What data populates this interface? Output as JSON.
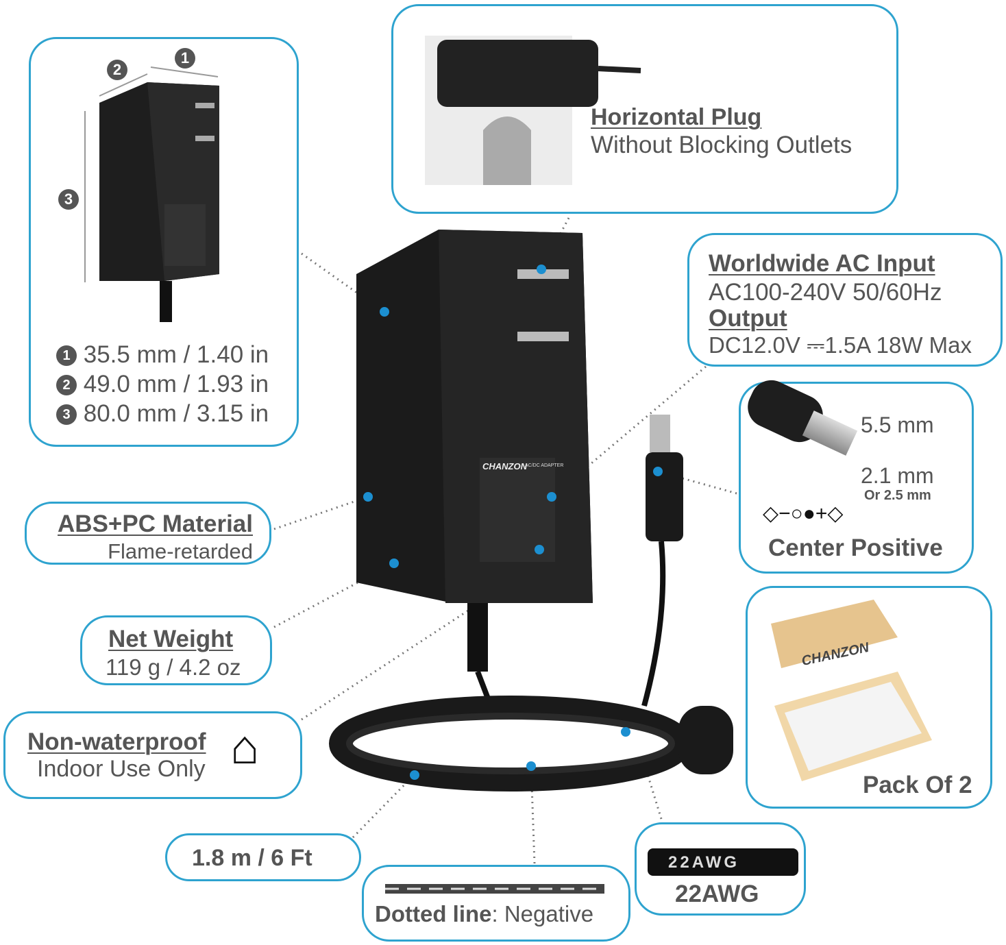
{
  "colors": {
    "accent": "#2ea3cf",
    "text": "#555555",
    "marker": "#1c8fd0",
    "product": "#1e1e1e"
  },
  "dimensions": {
    "markers": [
      "1",
      "2",
      "3"
    ],
    "items": [
      {
        "num": "1",
        "text": "35.5 mm / 1.40 in"
      },
      {
        "num": "2",
        "text": "49.0 mm / 1.93 in"
      },
      {
        "num": "3",
        "text": "80.0 mm / 3.15 in"
      }
    ]
  },
  "horizontal_plug": {
    "title": "Horizontal Plug",
    "subtitle": "Without Blocking Outlets"
  },
  "ac_input": {
    "title": "Worldwide AC Input",
    "input": "AC100-240V 50/60Hz",
    "output_title": "Output",
    "output": "DC12.0V ⎓1.5A 18W Max"
  },
  "connector": {
    "outer": "5.5 mm",
    "inner": "2.1 mm",
    "inner_alt": "Or 2.5 mm",
    "polarity": "Center Positive"
  },
  "pack": {
    "brand": "CHANZON",
    "label": "Pack Of 2"
  },
  "material": {
    "title": "ABS+PC Material",
    "subtitle": "Flame-retarded"
  },
  "weight": {
    "title": "Net Weight",
    "value": "119 g / 4.2 oz"
  },
  "waterproof": {
    "title": "Non-waterproof",
    "subtitle": "Indoor Use Only",
    "icon": "house-icon"
  },
  "cable_length": {
    "text": "1.8 m / 6 Ft"
  },
  "polarity_line": {
    "title": "Dotted line",
    "text": ": Negative"
  },
  "gauge": {
    "print": "22AWG",
    "label": "22AWG"
  },
  "adapter_label": {
    "brand": "CHANZON",
    "type": "AC/DC ADAPTER"
  }
}
